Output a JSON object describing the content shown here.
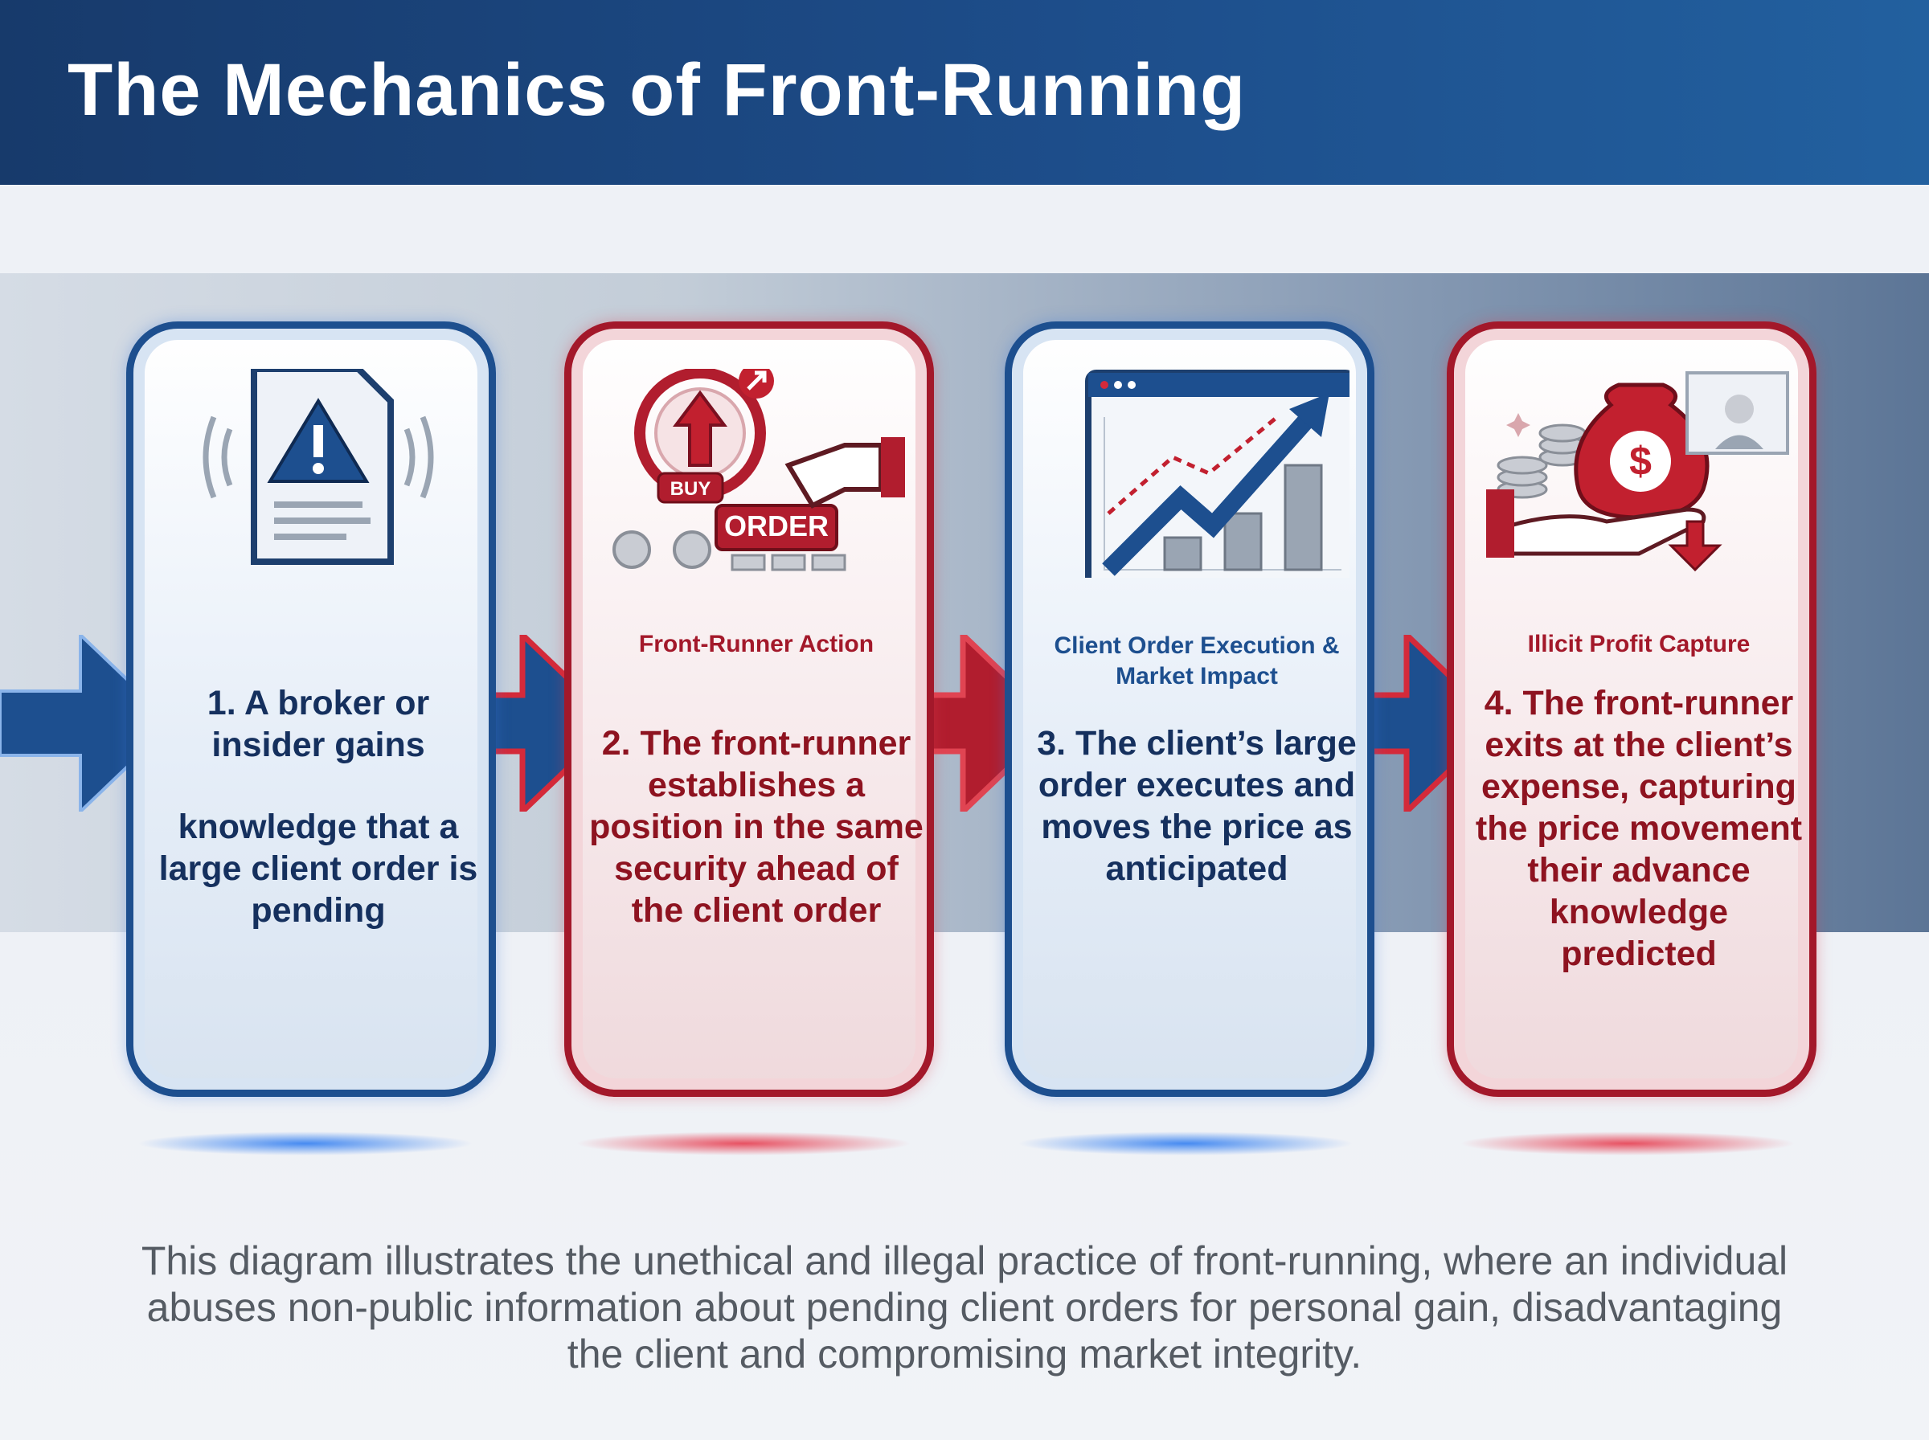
{
  "title": "The Mechanics of Front-Running",
  "colors": {
    "navy": "#1d4f8f",
    "crimson": "#a3182a",
    "header": "#173a6b"
  },
  "steps": [
    {
      "theme": "blue",
      "icon": "warning-document-icon",
      "subtitle": "",
      "text_top": "1. A broker or insider gains",
      "text_bottom": "knowledge that a large client order is pending"
    },
    {
      "theme": "red",
      "icon": "buy-order-icon",
      "subtitle": "Front-Runner Action",
      "badge_buy": "BUY",
      "badge_order": "ORDER",
      "text": "2. The front-runner establishes a position in the same security ahead of the client order"
    },
    {
      "theme": "blue",
      "icon": "rising-chart-icon",
      "subtitle": "Client Order Execution & Market Impact",
      "text": "3. The client’s large order executes and moves the price as anticipated"
    },
    {
      "theme": "red",
      "icon": "money-bag-icon",
      "subtitle": "Illicit Profit Capture",
      "text": "4. The front-runner exits at the client’s expense, capturing the price movement their advance knowledge predicted"
    }
  ],
  "caption": "This diagram illustrates the unethical and illegal practice of front-running, where an individual abuses non-public information about pending client orders for personal gain, disadvantaging the client and compromising market integrity."
}
